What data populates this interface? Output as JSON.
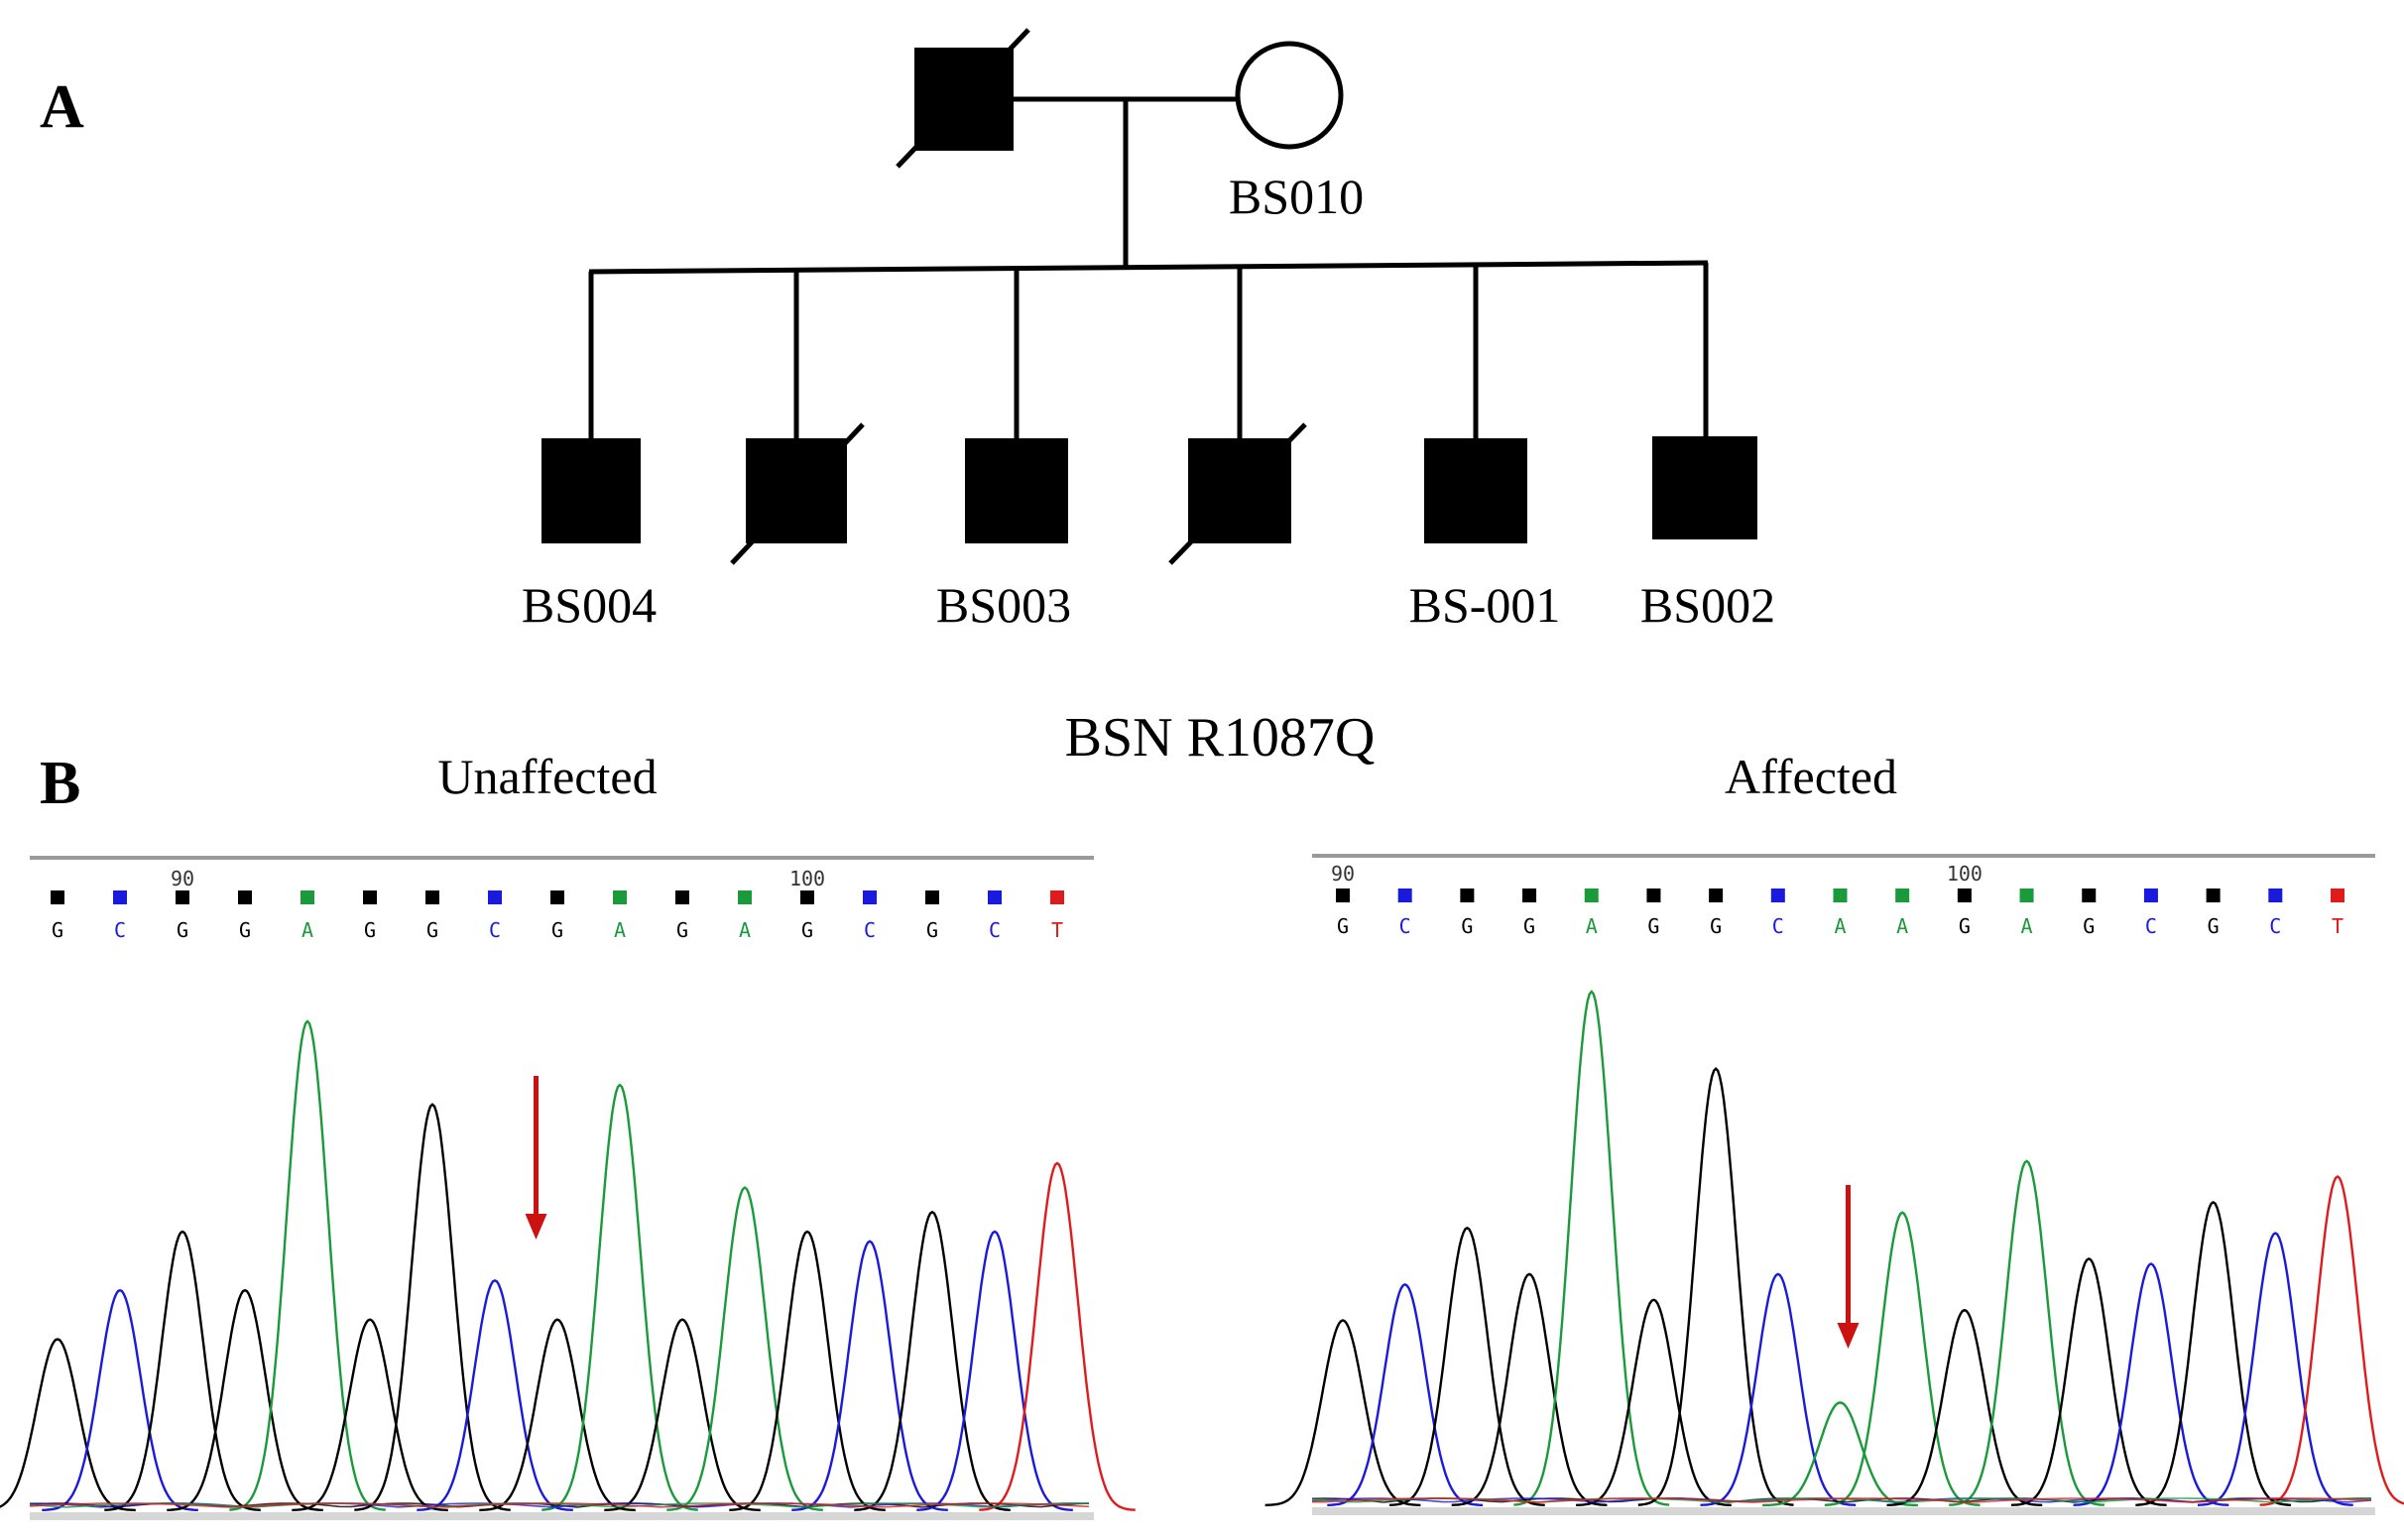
{
  "panel_a": {
    "label": "A",
    "parents": {
      "father": {
        "label": "",
        "sex": "male",
        "affected": true,
        "deceased": true
      },
      "mother": {
        "label": "BS010",
        "sex": "female",
        "affected": false,
        "deceased": false
      }
    },
    "children": [
      {
        "label": "BS004",
        "sex": "male",
        "affected": true,
        "deceased": false
      },
      {
        "label": "",
        "sex": "male",
        "affected": true,
        "deceased": true
      },
      {
        "label": "BS003",
        "sex": "male",
        "affected": true,
        "deceased": false
      },
      {
        "label": "",
        "sex": "male",
        "affected": true,
        "deceased": true
      },
      {
        "label": "BS-001",
        "sex": "male",
        "affected": true,
        "deceased": false
      },
      {
        "label": "BS002",
        "sex": "male",
        "affected": true,
        "deceased": false
      }
    ]
  },
  "panel_b": {
    "label": "B",
    "title": "BSN R1087Q",
    "colors": {
      "G": "#000000",
      "C": "#1a1adc",
      "A": "#1a9a3a",
      "T": "#e01b1b",
      "arrow": "#cc1111"
    },
    "traces": [
      {
        "name": "Unaffected",
        "bases": [
          "G",
          "C",
          "G",
          "G",
          "A",
          "G",
          "G",
          "C",
          "G",
          "A",
          "G",
          "A",
          "G",
          "C",
          "G",
          "C",
          "T"
        ],
        "position_labels": [
          {
            "index": 2,
            "text": "90"
          },
          {
            "index": 12,
            "text": "100"
          }
        ],
        "peaks": [
          0.35,
          0.45,
          0.57,
          0.45,
          1.0,
          0.39,
          0.83,
          0.47,
          0.39,
          0.87,
          0.39,
          0.66,
          0.57,
          0.55,
          0.61,
          0.57,
          0.71
        ],
        "arrow_index": 8
      },
      {
        "name": "Affected",
        "bases": [
          "G",
          "C",
          "G",
          "G",
          "A",
          "G",
          "G",
          "C",
          "A",
          "A",
          "G",
          "A",
          "G",
          "C",
          "G",
          "C",
          "T"
        ],
        "position_labels": [
          {
            "index": 0,
            "text": "90"
          },
          {
            "index": 10,
            "text": "100"
          }
        ],
        "peaks": [
          0.36,
          0.43,
          0.54,
          0.45,
          1.0,
          0.4,
          0.85,
          0.45,
          0.2,
          0.57,
          0.38,
          0.67,
          0.48,
          0.47,
          0.59,
          0.53,
          0.64
        ],
        "arrow_index": 8
      }
    ]
  }
}
